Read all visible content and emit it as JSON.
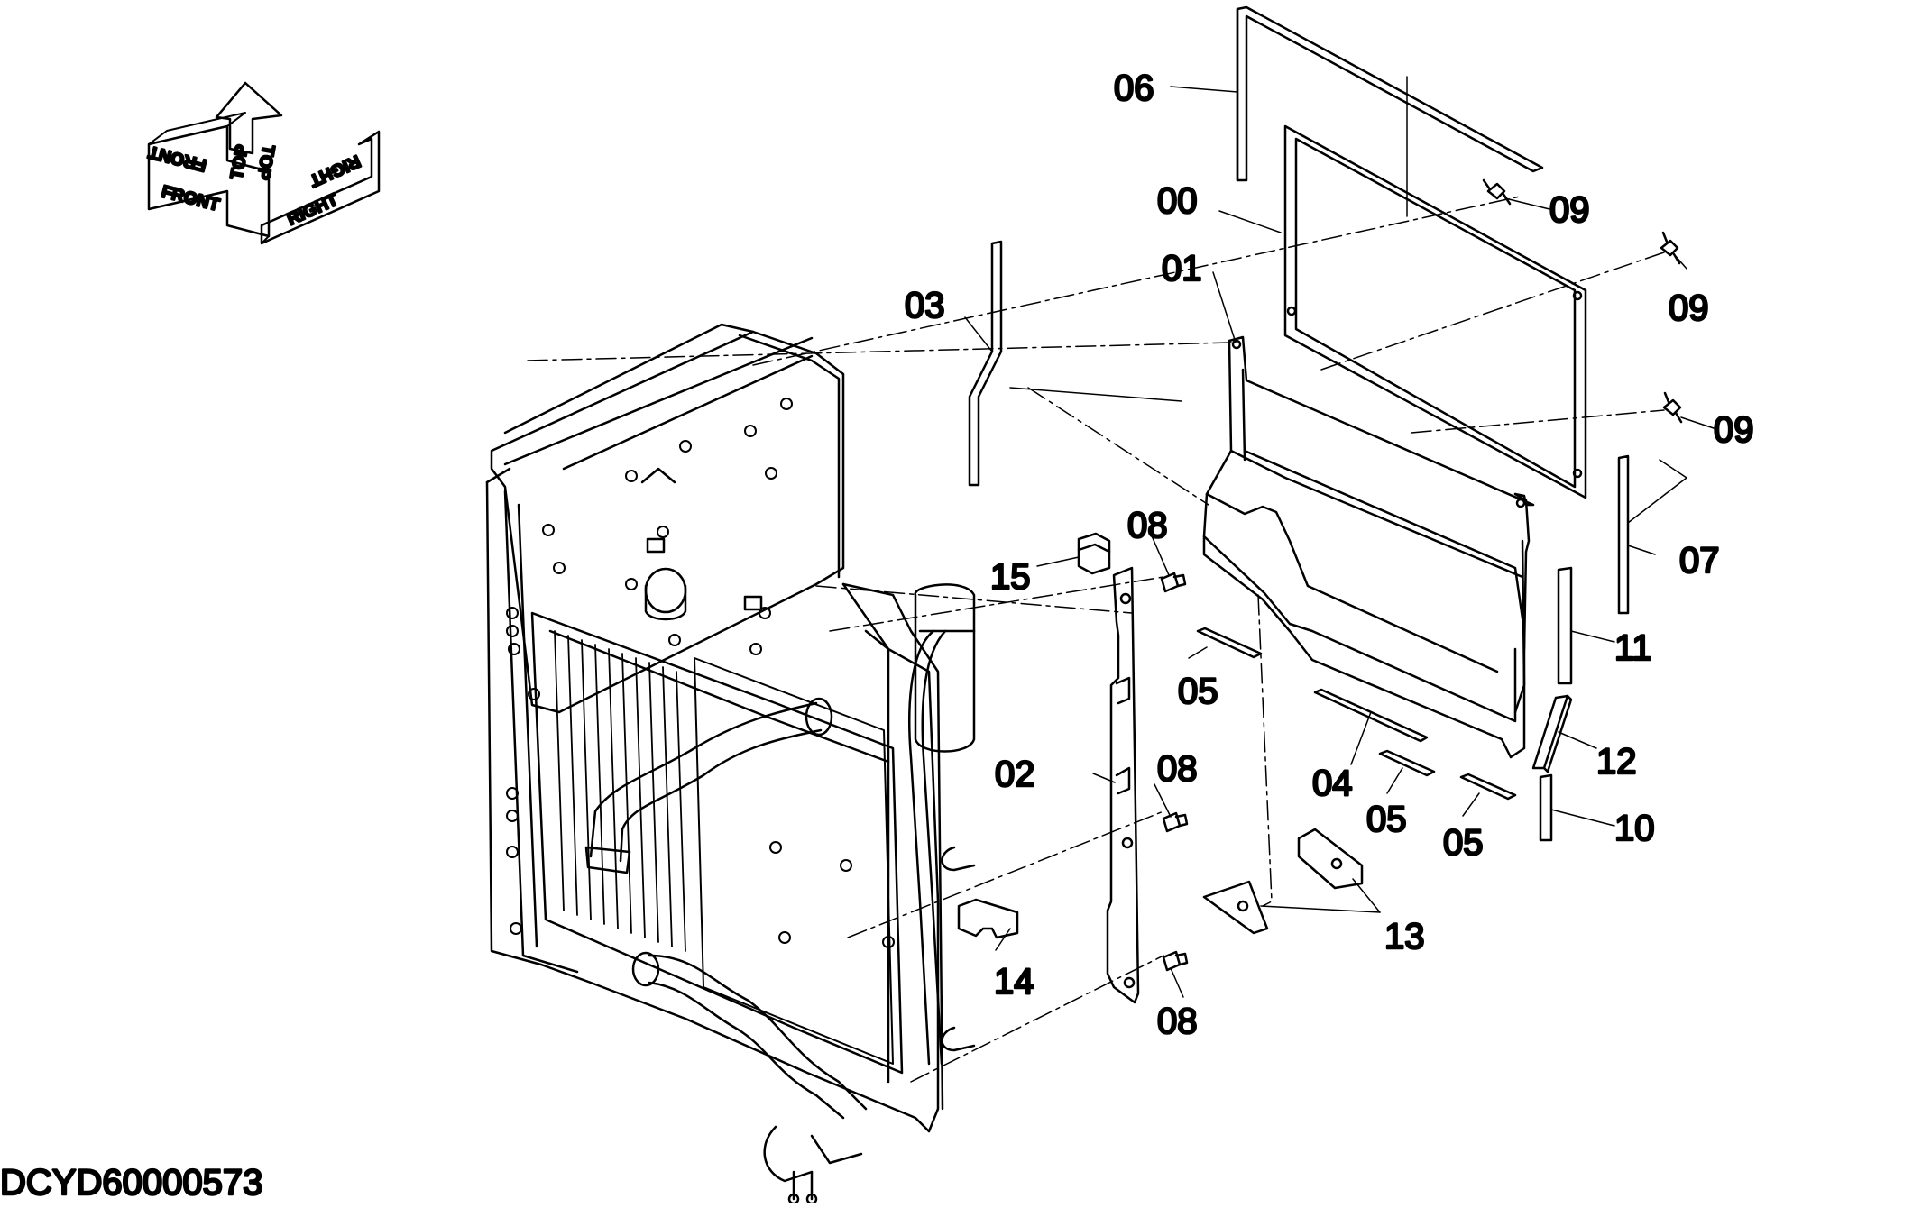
{
  "document_id": "DCYD60000573",
  "orientation": {
    "front": "FRONT",
    "top": "TOP",
    "right": "RIGHT",
    "front_mirror": "FRONT",
    "top_mirror": "TOP",
    "right_mirror": "RIGHT"
  },
  "callouts": {
    "c00": "00",
    "c01": "01",
    "c02": "02",
    "c03": "03",
    "c04": "04",
    "c05a": "05",
    "c05b": "05",
    "c05c": "05",
    "c06": "06",
    "c07": "07",
    "c08a": "08",
    "c08b": "08",
    "c08c": "08",
    "c09a": "09",
    "c09b": "09",
    "c09c": "09",
    "c10": "10",
    "c11": "11",
    "c12": "12",
    "c13": "13",
    "c14": "14",
    "c15": "15"
  }
}
